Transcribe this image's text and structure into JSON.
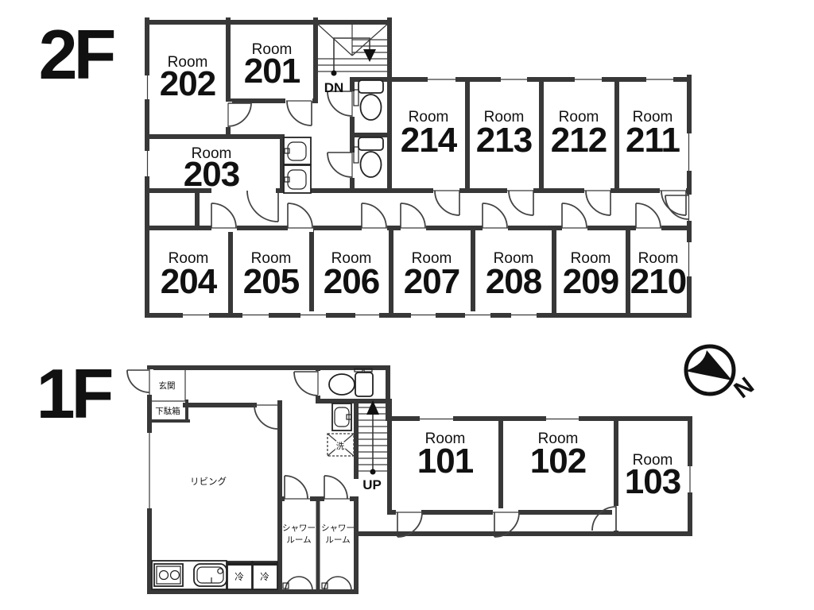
{
  "background_color": "#ffffff",
  "wall_color": "#383838",
  "floor2": {
    "label": "2F",
    "stairs_label": "DN",
    "rooms": [
      {
        "label": "Room",
        "number": "201"
      },
      {
        "label": "Room",
        "number": "202"
      },
      {
        "label": "Room",
        "number": "203"
      },
      {
        "label": "Room",
        "number": "204"
      },
      {
        "label": "Room",
        "number": "205"
      },
      {
        "label": "Room",
        "number": "206"
      },
      {
        "label": "Room",
        "number": "207"
      },
      {
        "label": "Room",
        "number": "208"
      },
      {
        "label": "Room",
        "number": "209"
      },
      {
        "label": "Room",
        "number": "210"
      },
      {
        "label": "Room",
        "number": "211"
      },
      {
        "label": "Room",
        "number": "212"
      },
      {
        "label": "Room",
        "number": "213"
      },
      {
        "label": "Room",
        "number": "214"
      }
    ]
  },
  "floor1": {
    "label": "1F",
    "stairs_label": "UP",
    "entrance_label": "玄関",
    "shoe_cabinet_label": "下駄箱",
    "living_label": "リビング",
    "shower_room_label_line1": "シャワー",
    "shower_room_label_line2": "ルーム",
    "fridge_label": "冷",
    "laundry_label": "洗",
    "rooms": [
      {
        "label": "Room",
        "number": "101"
      },
      {
        "label": "Room",
        "number": "102"
      },
      {
        "label": "Room",
        "number": "103"
      }
    ]
  },
  "compass": {
    "north_label": "N"
  }
}
